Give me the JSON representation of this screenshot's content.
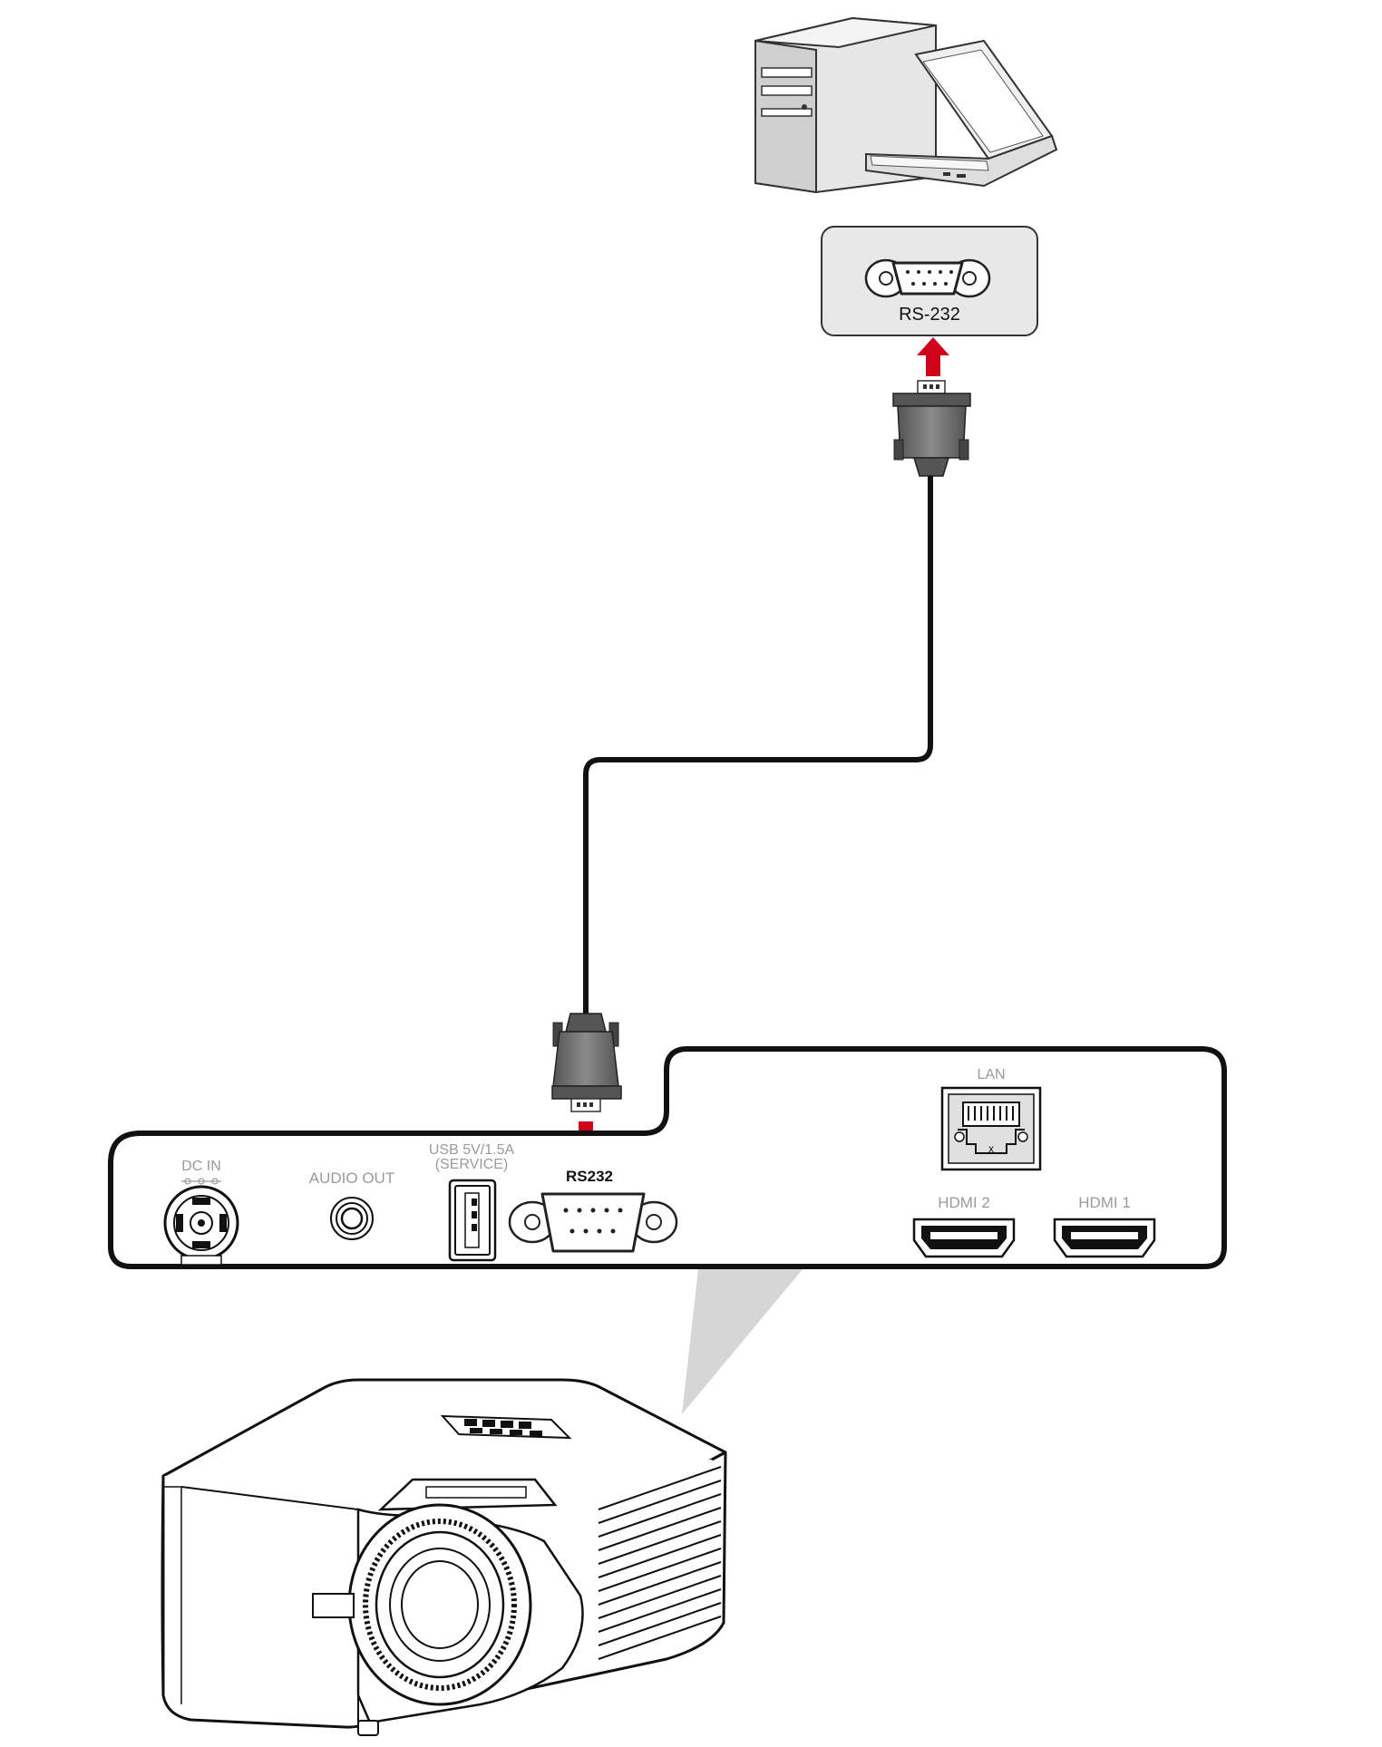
{
  "pc_port": {
    "label": "RS-232"
  },
  "projector_panel": {
    "ports": {
      "dc_in": "DC IN",
      "audio_out": "AUDIO OUT",
      "usb_line1": "USB 5V/1.5A",
      "usb_line2": "(SERVICE)",
      "rs232": "RS232",
      "lan": "LAN",
      "hdmi2": "HDMI 2",
      "hdmi1": "HDMI 1",
      "lan_mark": "x"
    }
  },
  "colors": {
    "arrow": "#d0021b",
    "label_grey": "#9a9a9a",
    "connector": "#6d6d6d",
    "outline": "#111111"
  },
  "icons": [
    "desktop-tower-icon",
    "laptop-icon",
    "db9-connector-icon",
    "usb-a-port-icon",
    "rj45-port-icon",
    "hdmi-port-icon",
    "projector-icon",
    "red-arrow-icon"
  ]
}
